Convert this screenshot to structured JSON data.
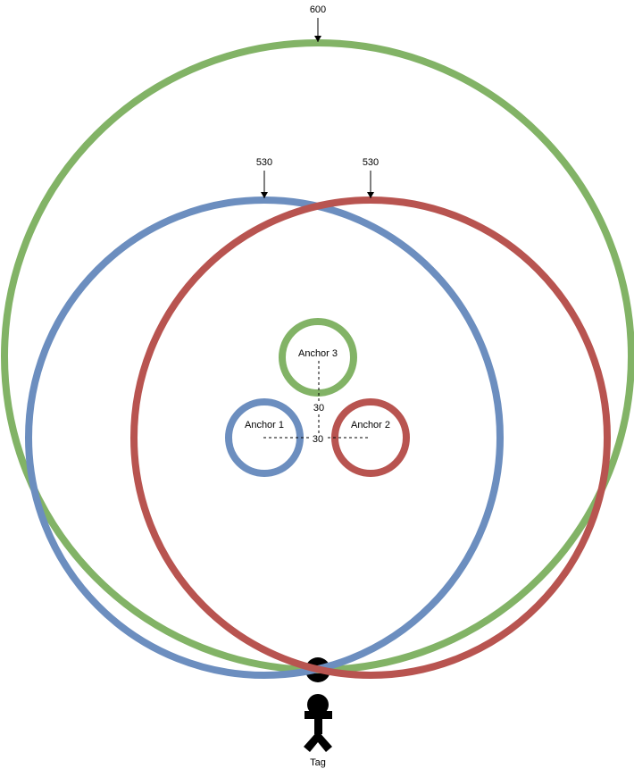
{
  "ranges": {
    "anchor3_range": "600",
    "anchor1_range": "530",
    "anchor2_range": "530"
  },
  "anchors": [
    {
      "label": "Anchor 1",
      "color": "#6c8ebf"
    },
    {
      "label": "Anchor 2",
      "color": "#b85450"
    },
    {
      "label": "Anchor 3",
      "color": "#82b366"
    }
  ],
  "distances": {
    "vertical": "30",
    "horizontal": "30"
  },
  "tag": {
    "label": "Tag"
  }
}
